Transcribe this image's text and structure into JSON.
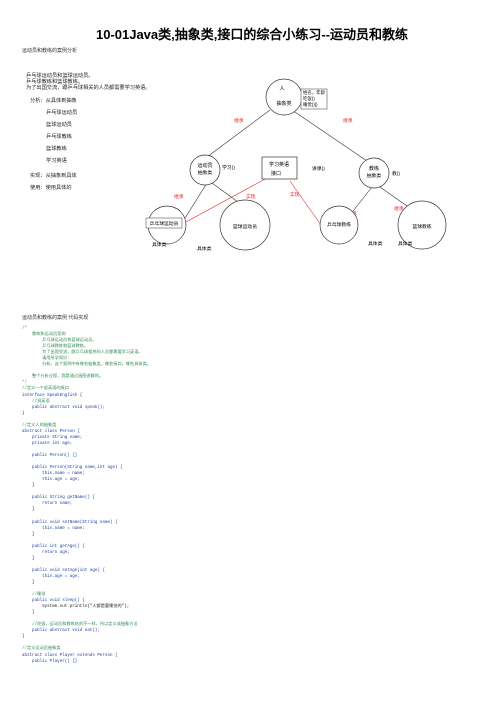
{
  "page": {
    "title": "10-01Java类,抽象类,接口的综合小练习--运动员和教练",
    "subtitle": "运动员和教练的案例分析",
    "section2": "运动员和教练的案例 代码实现"
  },
  "diagram": {
    "left_notes": [
      "乒乓球运动员和篮球运动员。",
      "乒乓球教练和篮球教练。",
      "为了出国交流，跟乒乓球相关的人员都需要学习英语。"
    ],
    "analysis_header": "分析：从具体到抽象",
    "analysis_items": [
      "乒乓球运动员",
      "篮球运动员",
      "乒乓球教练",
      "篮球教练",
      "学习英语"
    ],
    "impl_line": "实现：从抽象到具体",
    "use_line": "使用：使用具体的",
    "person": {
      "name": "人",
      "sub": "抽象类",
      "attrs": [
        "姓名，年龄",
        "吃饭()",
        "睡觉(){}"
      ]
    },
    "player": {
      "name": "运动员",
      "sub": "抽象类",
      "method": "学习()"
    },
    "english": {
      "line1": "学习英语",
      "line2": "接口"
    },
    "coach": {
      "name": "教练",
      "sub": "抽象类",
      "method": "教()"
    },
    "coach_method_left": "讲课()",
    "pp_player": "乒乓球运动员",
    "bb_player": "篮球运动员",
    "pp_coach": "乒乓球教练",
    "bb_coach": "篮球教练",
    "concrete": "具体类",
    "extends": "继承",
    "implements": "实现"
  },
  "code_lines": [
    {
      "t": "/*",
      "c": "comment"
    },
    {
      "t": "    教练和运动员案例",
      "c": "comment"
    },
    {
      "t": "        乒乓球运动员和篮球运动员。",
      "c": "comment"
    },
    {
      "t": "        乒乓球教练和篮球教练。",
      "c": "comment"
    },
    {
      "t": "        为了出国交流，跟乒乓球相关的人员都需要学习英语。",
      "c": "comment"
    },
    {
      "t": "        请用所学知识：",
      "c": "comment"
    },
    {
      "t": "        分析，这个案例中有哪些抽象类，哪些接口，哪些具体类。",
      "c": "comment"
    },
    {
      "t": "",
      "c": "plain"
    },
    {
      "t": "    整个分析过程，我是通过画图讲解的。",
      "c": "comment"
    },
    {
      "t": "*/",
      "c": "comment"
    },
    {
      "t": "//定义一个说英语的接口",
      "c": "comment"
    },
    {
      "t": "interface SpeakEnglish {",
      "c": "kw"
    },
    {
      "t": "    //说英语",
      "c": "comment"
    },
    {
      "t": "    public abstract void speak();",
      "c": "kw"
    },
    {
      "t": "}",
      "c": "plain"
    },
    {
      "t": "",
      "c": "plain"
    },
    {
      "t": "//定义人的抽象类",
      "c": "comment"
    },
    {
      "t": "abstract class Person {",
      "c": "kw"
    },
    {
      "t": "    private String name;",
      "c": "kw"
    },
    {
      "t": "    private int age;",
      "c": "kw"
    },
    {
      "t": "",
      "c": "plain"
    },
    {
      "t": "    public Person() {}",
      "c": "kw"
    },
    {
      "t": "",
      "c": "plain"
    },
    {
      "t": "    public Person(String name,int age) {",
      "c": "kw"
    },
    {
      "t": "        this.name = name;",
      "c": "kw"
    },
    {
      "t": "        this.age = age;",
      "c": "kw"
    },
    {
      "t": "    }",
      "c": "plain"
    },
    {
      "t": "",
      "c": "plain"
    },
    {
      "t": "    public String getName() {",
      "c": "kw"
    },
    {
      "t": "        return name;",
      "c": "kw"
    },
    {
      "t": "    }",
      "c": "plain"
    },
    {
      "t": "",
      "c": "plain"
    },
    {
      "t": "    public void setName(String name) {",
      "c": "kw"
    },
    {
      "t": "        this.name = name;",
      "c": "kw"
    },
    {
      "t": "    }",
      "c": "plain"
    },
    {
      "t": "",
      "c": "plain"
    },
    {
      "t": "    public int getAge() {",
      "c": "kw"
    },
    {
      "t": "        return age;",
      "c": "kw"
    },
    {
      "t": "    }",
      "c": "plain"
    },
    {
      "t": "",
      "c": "plain"
    },
    {
      "t": "    public void setAge(int age) {",
      "c": "kw"
    },
    {
      "t": "        this.age = age;",
      "c": "kw"
    },
    {
      "t": "    }",
      "c": "plain"
    },
    {
      "t": "",
      "c": "plain"
    },
    {
      "t": "    //睡觉",
      "c": "comment"
    },
    {
      "t": "    public void sleep() {",
      "c": "kw"
    },
    {
      "t": "        System.out.println(\"人都是要睡觉的\");",
      "c": "plain"
    },
    {
      "t": "    }",
      "c": "plain"
    },
    {
      "t": "",
      "c": "plain"
    },
    {
      "t": "    //吃饭，运动员和教练吃的不一样，所以定义成抽象方法",
      "c": "comment"
    },
    {
      "t": "    public abstract void eat();",
      "c": "kw"
    },
    {
      "t": "}",
      "c": "plain"
    },
    {
      "t": "",
      "c": "plain"
    },
    {
      "t": "//定义运动员抽象类",
      "c": "comment"
    },
    {
      "t": "abstract class Player extends Person {",
      "c": "kw"
    },
    {
      "t": "    public Player() {}",
      "c": "kw"
    }
  ]
}
